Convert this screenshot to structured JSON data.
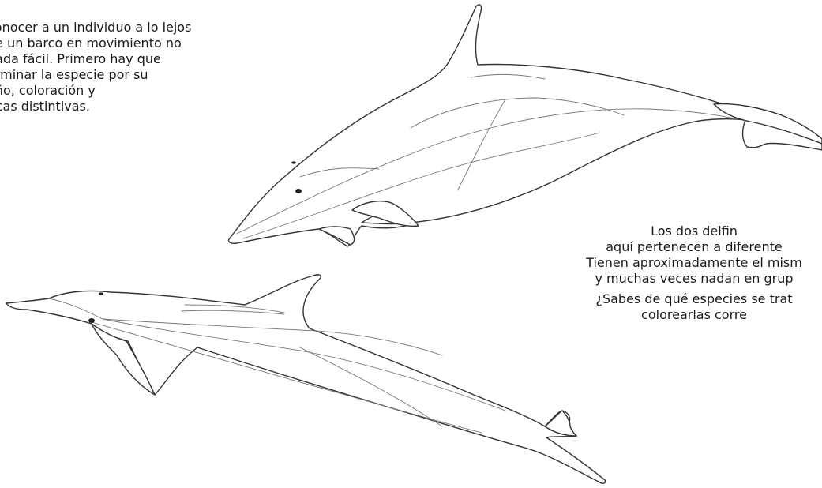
{
  "intro_text": {
    "lines": [
      "conocer a un individuo a lo lejos",
      "de un barco en movimiento no",
      "nada fácil. Primero hay que",
      "erminar la especie por su",
      "año, coloración y",
      "ticas distintivas."
    ]
  },
  "right_text": {
    "paragraph_lines": [
      "Los dos delfin",
      "aquí pertenecen a diferente",
      "Tienen aproximadamente el mism",
      "y muchas veces nadan en grup"
    ],
    "question_lines": [
      "¿Sabes de qué especies se trat",
      "colorearlas corre"
    ]
  },
  "illustration": {
    "items": [
      "dolphin-top-illustration",
      "dolphin-bottom-illustration"
    ],
    "style": "line-art",
    "stroke_color": "#333333"
  }
}
